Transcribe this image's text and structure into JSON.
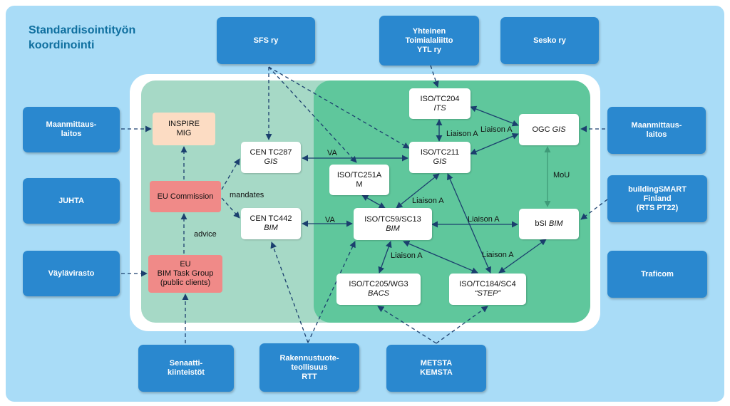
{
  "title": "Standardisointityön\nkoordinointi",
  "colors": {
    "background": "#a9dcf7",
    "outer_box": "#2a88cf",
    "light_panel": "#a6d9c6",
    "dark_panel": "#5fc79c",
    "peach_box": "#fcdcc3",
    "pink_box": "#f08a88",
    "arrow": "#1b3f6e"
  },
  "outer_nodes": {
    "sfs": "SFS ry",
    "ytl": "Yhteinen\nToimialaliitto\nYTL ry",
    "sesko": "Sesko ry",
    "maanmittaus_left": "Maanmittaus-\nlaitos",
    "juhta": "JUHTA",
    "vaylavirasto": "Väylävirasto",
    "maanmittaus_right": "Maanmittaus-\nlaitos",
    "buildingsmart": "buildingSMART\nFinland\n(RTS PT22)",
    "traficom": "Traficom",
    "senaatti": "Senaatti-\nkiinteistöt",
    "rakennustuote": "Rakennustuote-\nteollisuus\nRTT",
    "metsta": "METSTA\nKEMSTA"
  },
  "inner_nodes": {
    "inspire": {
      "line1": "INSPIRE",
      "line2": "MIG"
    },
    "eu_commission": {
      "line1": "EU Commission"
    },
    "eu_bim": {
      "line1": "EU\nBIM Task Group\n(public clients)"
    },
    "cen287": {
      "line1": "CEN TC287",
      "line2": "GIS"
    },
    "cen442": {
      "line1": "CEN TC442",
      "line2": "BIM"
    },
    "iso204": {
      "line1": "ISO/TC204",
      "line2": "ITS"
    },
    "iso211": {
      "line1": "ISO/TC211",
      "line2": "GIS"
    },
    "iso251": {
      "line1": "ISO/TC251A\nM"
    },
    "iso59": {
      "line1": "ISO/TC59/SC13",
      "line2": "BIM"
    },
    "ogc": {
      "line1": "OGC ",
      "line2": "GIS"
    },
    "bsi": {
      "line1": "bSI ",
      "line2": "BIM"
    },
    "iso205": {
      "line1": "ISO/TC205/WG3",
      "line2": "BACS"
    },
    "iso184": {
      "line1": "ISO/TC184/SC4",
      "line2": "“STEP”"
    }
  },
  "edge_labels": {
    "mandates": "mandates",
    "advice": "advice",
    "va1": "VA",
    "va2": "VA",
    "liaison_204_211": "Liaison A",
    "liaison_211_ogc": "Liaison A",
    "liaison_59_211": "Liaison A",
    "liaison_59_bsi": "Liaison A",
    "liaison_59_205": "Liaison A",
    "liaison_184_bsi": "Liaison A",
    "mou": "MoU"
  }
}
